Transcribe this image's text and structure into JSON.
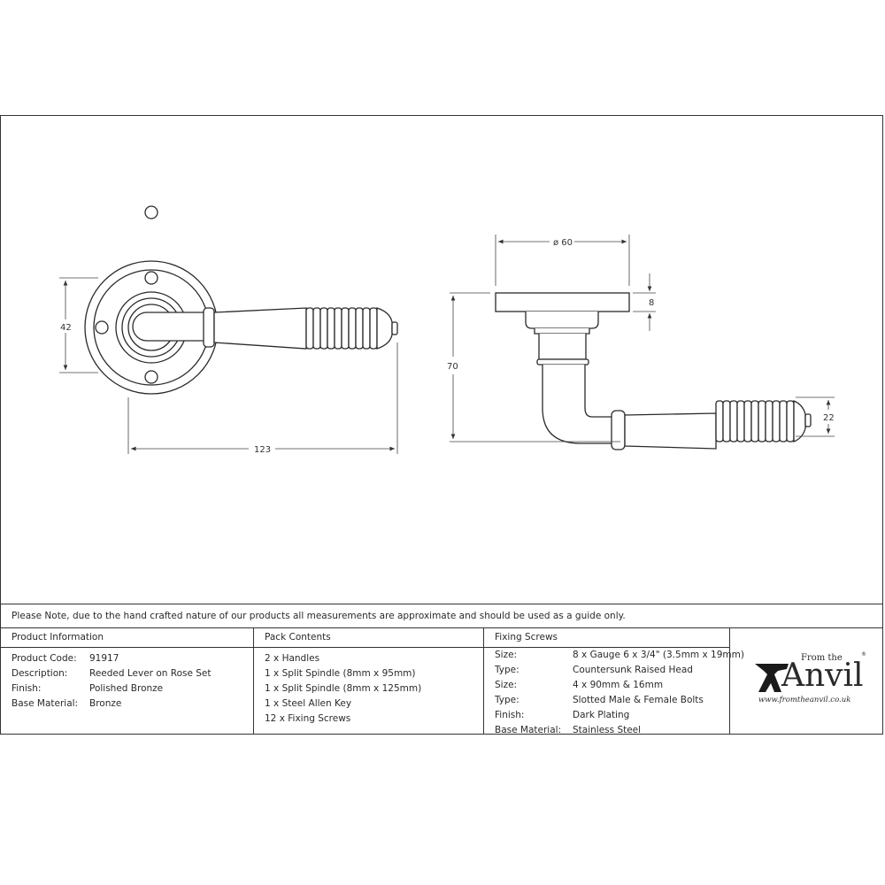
{
  "drawing": {
    "front_view": {
      "height_label": "42",
      "length_label": "123"
    },
    "side_view": {
      "rose_diameter_label": "ø 60",
      "rose_thickness_label": "8",
      "total_projection_label": "70",
      "grip_diameter_label": "22"
    }
  },
  "note": "Please Note, due to the hand crafted nature of our products all measurements are approximate and should be used as a guide only.",
  "product_information": {
    "title": "Product Information",
    "rows": [
      {
        "label": "Product Code:",
        "value": "91917"
      },
      {
        "label": "Description:",
        "value": "Reeded Lever on Rose Set"
      },
      {
        "label": "Finish:",
        "value": "Polished Bronze"
      },
      {
        "label": "Base Material:",
        "value": "Bronze"
      }
    ]
  },
  "pack_contents": {
    "title": "Pack Contents",
    "items": [
      "2 x Handles",
      "1 x Split Spindle (8mm x 95mm)",
      "1 x Split Spindle (8mm x 125mm)",
      "1 x Steel Allen Key",
      "12 x Fixing Screws"
    ]
  },
  "fixing_screws": {
    "title": "Fixing Screws",
    "rows": [
      {
        "label": "Size:",
        "value": "8 x Gauge 6 x 3/4\" (3.5mm x 19mm)"
      },
      {
        "label": "Type:",
        "value": "Countersunk Raised Head"
      },
      {
        "label": "Size:",
        "value": "4 x 90mm & 16mm"
      },
      {
        "label": "Type:",
        "value": "Slotted Male & Female Bolts"
      },
      {
        "label": "Finish:",
        "value": "Dark Plating"
      },
      {
        "label": "Base Material:",
        "value": "Stainless Steel"
      }
    ]
  },
  "brand": {
    "from_the": "From the",
    "name": "Anvil",
    "registered": "®",
    "url": "www.fromtheanvil.co.uk"
  }
}
